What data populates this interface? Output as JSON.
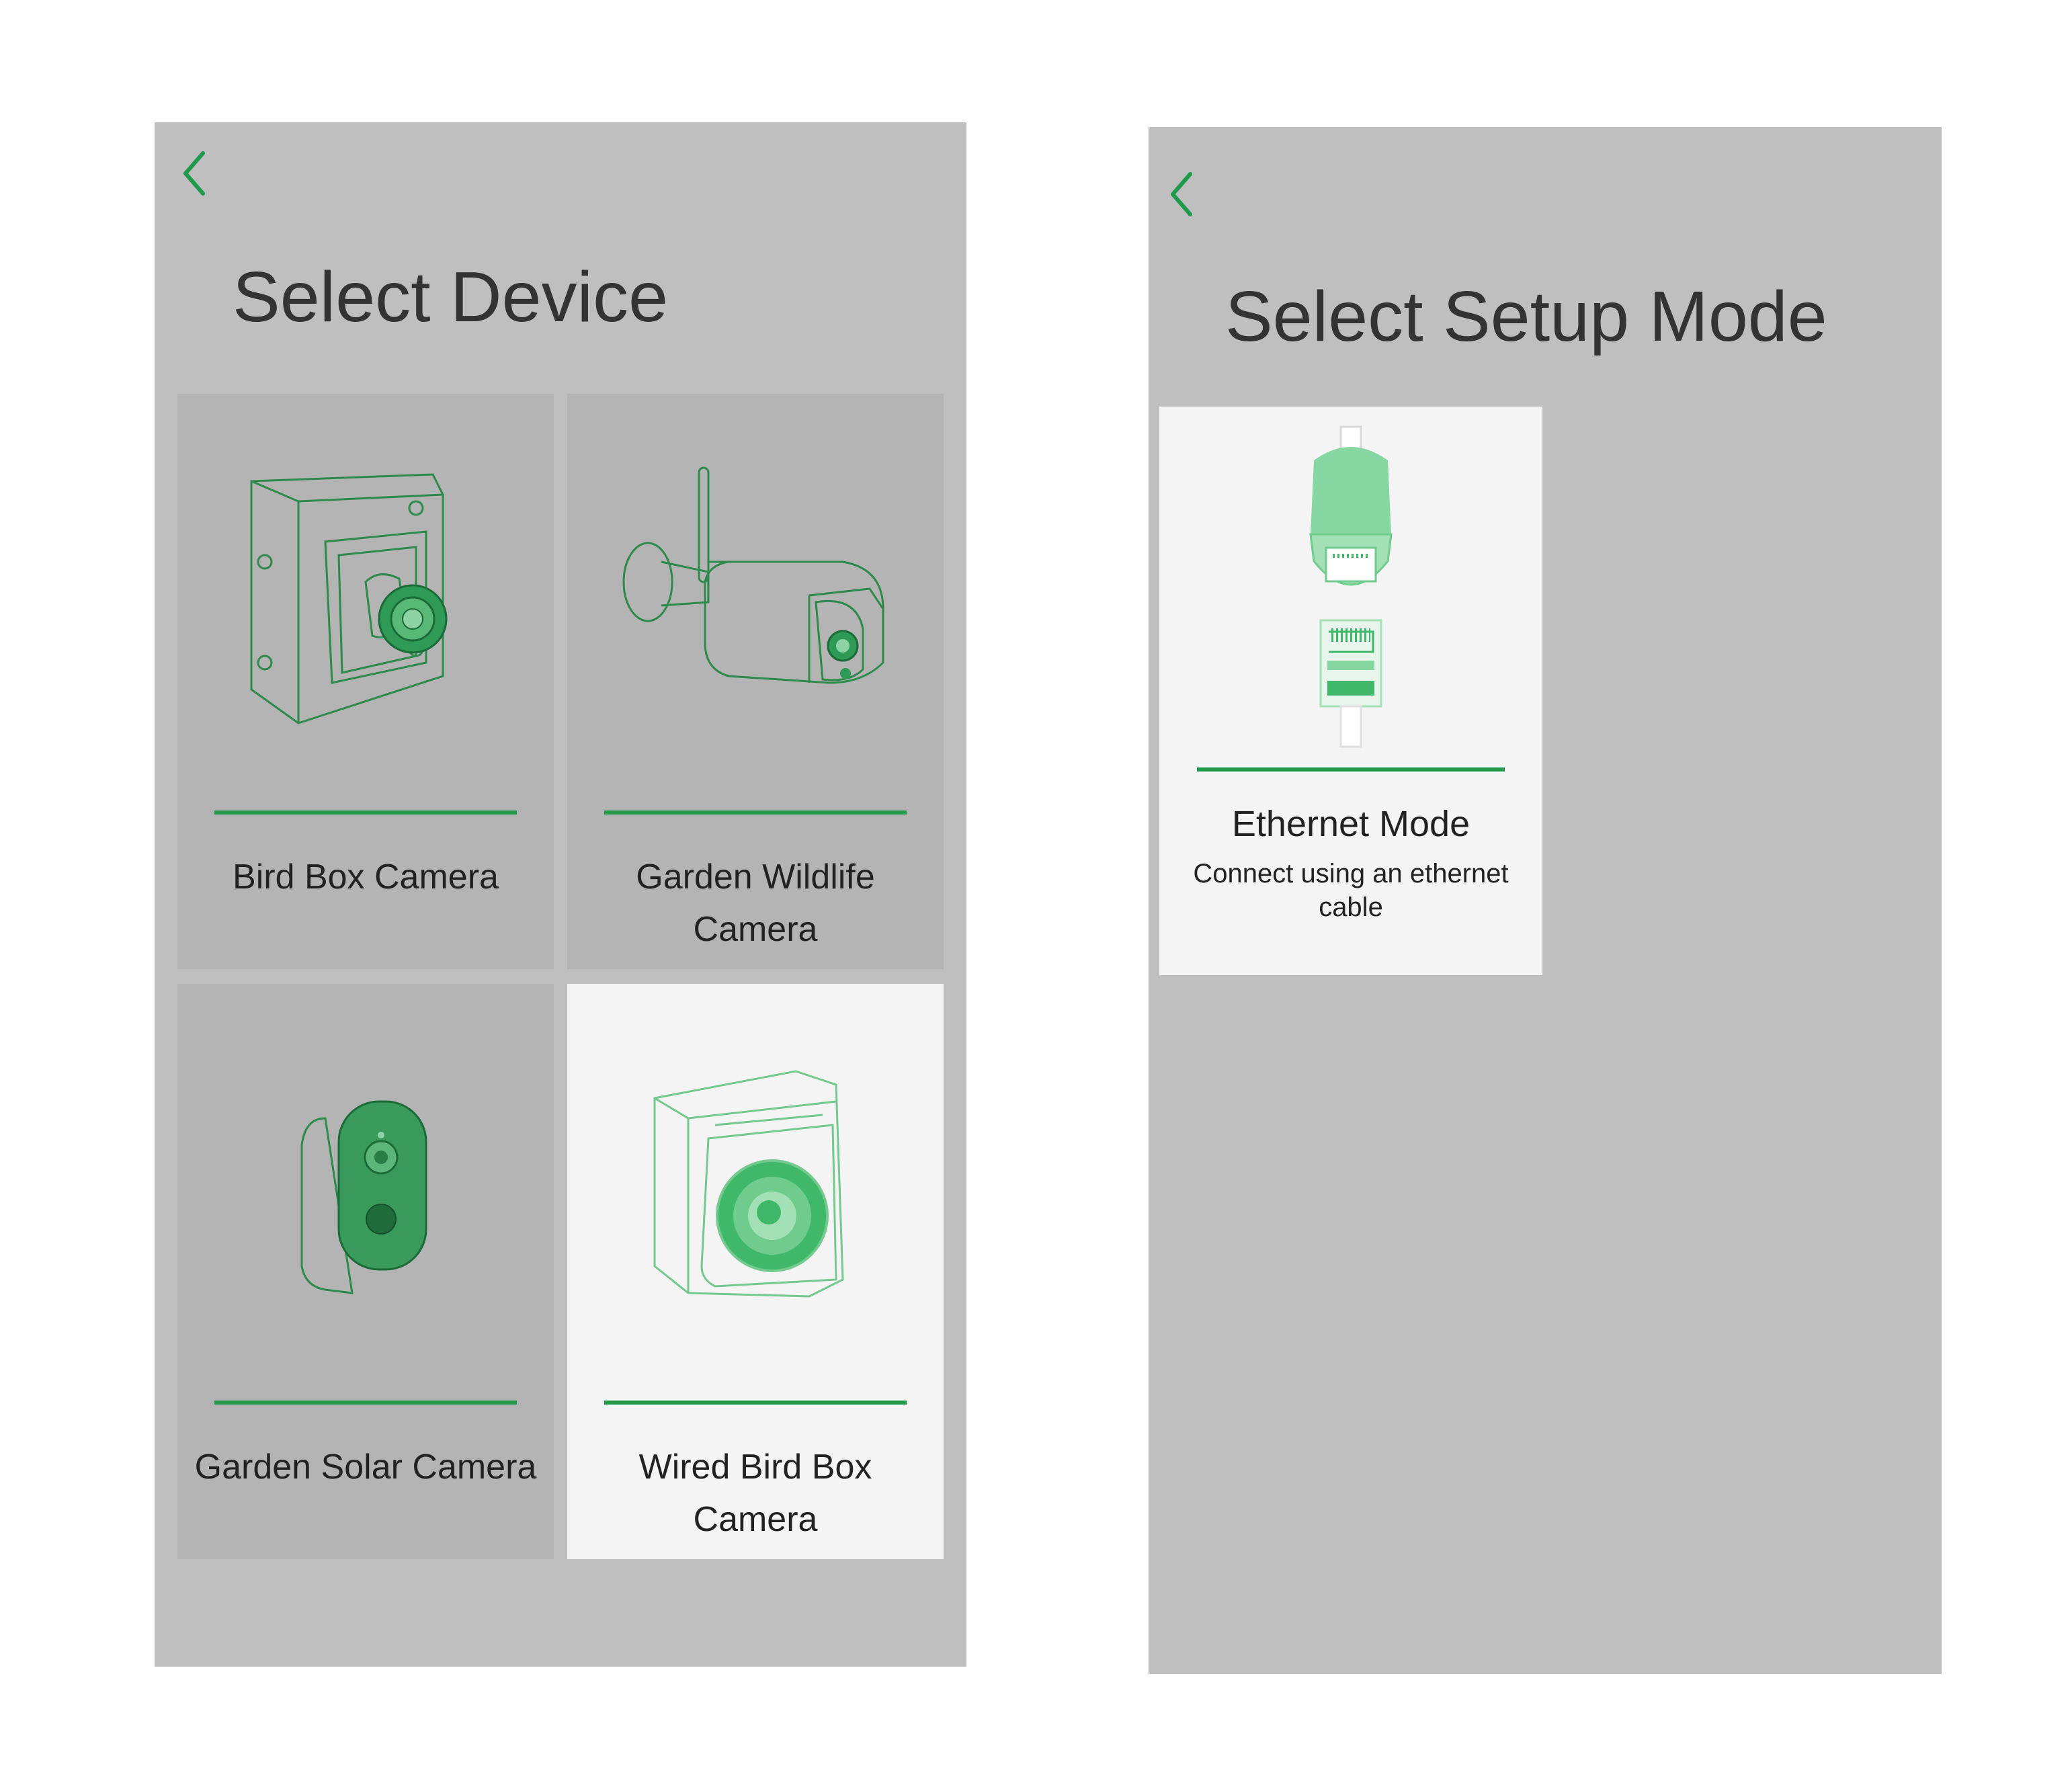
{
  "select_device_screen": {
    "title": "Select Device",
    "devices": [
      {
        "label": "Bird Box Camera",
        "selected": false
      },
      {
        "label": "Garden Wildlife Camera",
        "selected": false
      },
      {
        "label": "Garden Solar Camera",
        "selected": false
      },
      {
        "label": "Wired Bird Box Camera",
        "selected": true
      }
    ]
  },
  "setup_mode_screen": {
    "title": "Select Setup Mode",
    "modes": [
      {
        "title": "Ethernet Mode",
        "description": "Connect using an ethernet cable"
      }
    ]
  },
  "colors": {
    "accent": "#1f9a4a",
    "screen_bg": "#bfbfbf",
    "card_bg": "#b4b4b4",
    "selected_card_bg": "#f4f4f4"
  },
  "icons": {
    "back": "chevron-left-icon"
  }
}
